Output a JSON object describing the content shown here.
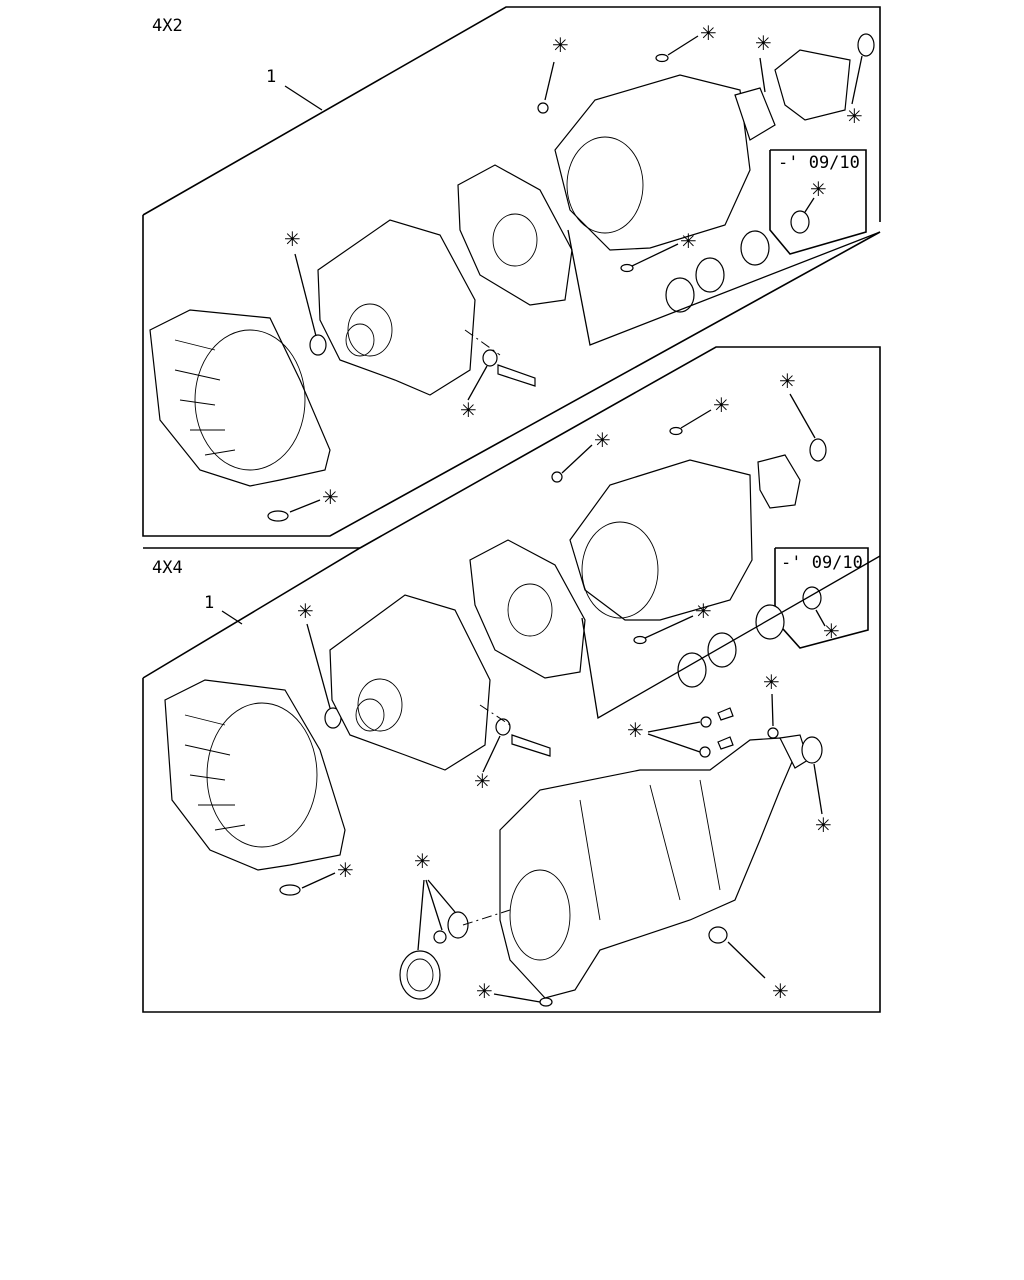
{
  "sections": [
    {
      "id": "4x2",
      "title": "4X2",
      "item_number": "1",
      "date_note": "-' 09/10"
    },
    {
      "id": "4x4",
      "title": "4X4",
      "item_number": "1",
      "date_note": "-' 09/10"
    }
  ],
  "marker_symbol": "✳"
}
